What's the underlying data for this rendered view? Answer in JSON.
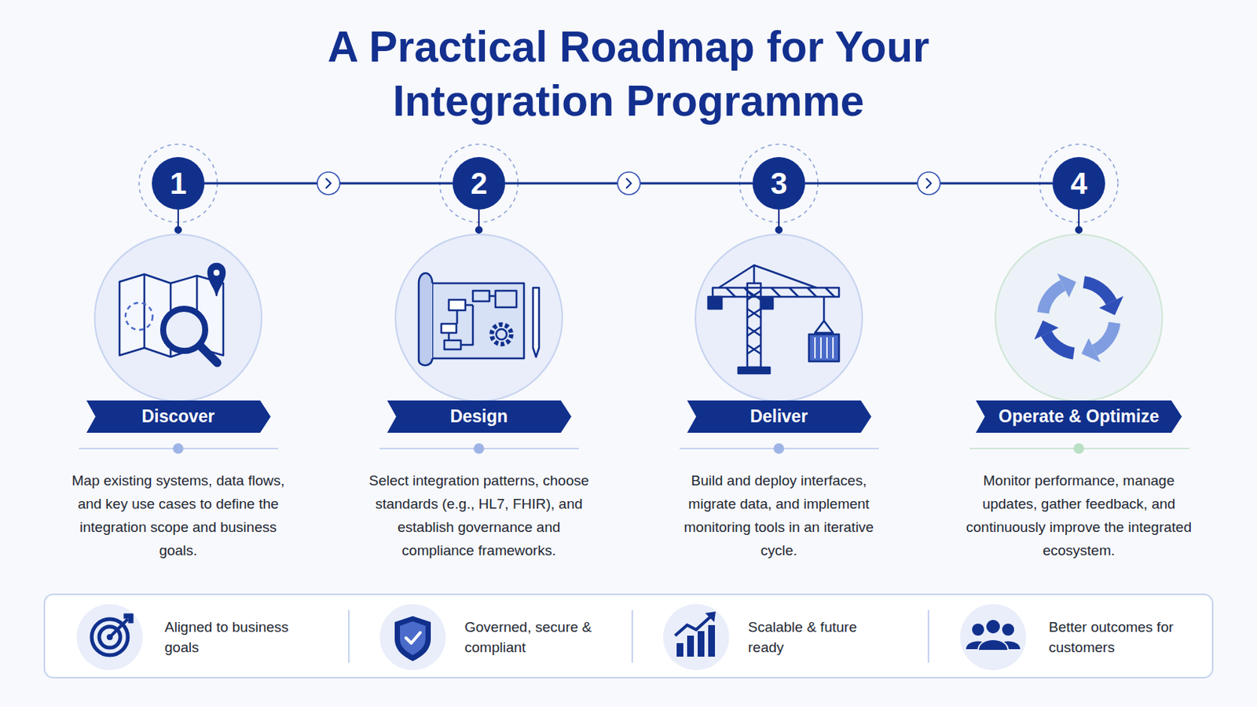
{
  "diagram": {
    "title": "A Practical Roadmap for Your Integration Programme",
    "nodes": [
      {
        "text": [
          "1"
        ]
      },
      {
        "text": [
          "2"
        ]
      },
      {
        "text": [
          "3"
        ]
      },
      {
        "text": [
          "4"
        ]
      },
      {
        "text": [
          "Discover",
          "Map existing systems, data flows, and key use cases to define the integration scope and business goals."
        ]
      },
      {
        "text": [
          "Design",
          "Select integration patterns, choose standards (e.g., HL7, FHIR), and establish governance and compliance frameworks."
        ]
      },
      {
        "text": [
          "Deliver",
          "Build and deploy interfaces, migrate data, and implement monitoring tools in an iterative cycle."
        ]
      },
      {
        "text": [
          "Operate & Optimize",
          "Monitor performance, manage updates, gather feedback, and continuously improve the integrated ecosystem."
        ]
      },
      {
        "text": [
          "Aligned to business goals"
        ]
      },
      {
        "text": [
          "Governed, secure & compliant"
        ]
      },
      {
        "text": [
          "Scalable & future ready"
        ]
      },
      {
        "text": [
          "Better outcomes for customers"
        ]
      }
    ],
    "edges": [
      {
        "from": 0,
        "to": 1,
        "arrow": "to"
      },
      {
        "from": 1,
        "to": 2,
        "arrow": "to"
      },
      {
        "from": 2,
        "to": 3,
        "arrow": "to"
      }
    ]
  }
}
